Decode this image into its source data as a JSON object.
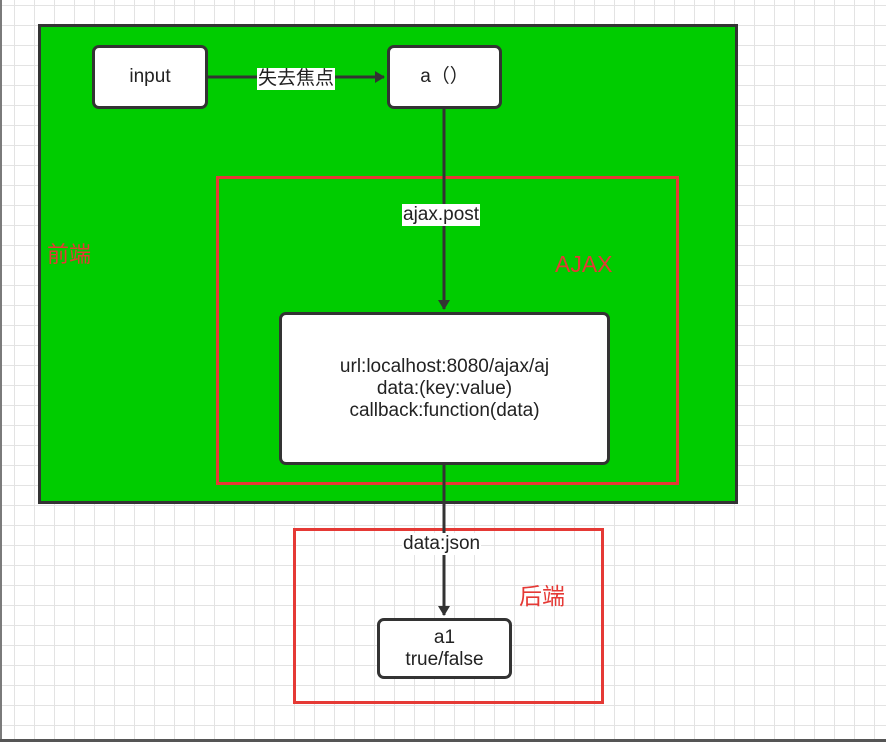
{
  "diagram": {
    "regions": {
      "frontend": {
        "label": "前端"
      },
      "ajax": {
        "label": "AJAX"
      },
      "backend": {
        "label": "后端"
      }
    },
    "nodes": {
      "input": {
        "text": "input"
      },
      "func": {
        "text": "a（）"
      },
      "ajax_box": {
        "lines": [
          "url:localhost:8080/ajax/aj",
          "data:(key:value)",
          "callback:function(data)"
        ]
      },
      "a1": {
        "lines": [
          "a1",
          "true/false"
        ]
      }
    },
    "edges": {
      "blur": {
        "label": "失去焦点"
      },
      "post": {
        "label": "ajax.post"
      },
      "json": {
        "label": "data:json"
      }
    },
    "colors": {
      "frontend_fill": "#00cc00",
      "region_border": "#e53935",
      "node_border": "#333333",
      "grid": "#e3e3e3"
    }
  }
}
